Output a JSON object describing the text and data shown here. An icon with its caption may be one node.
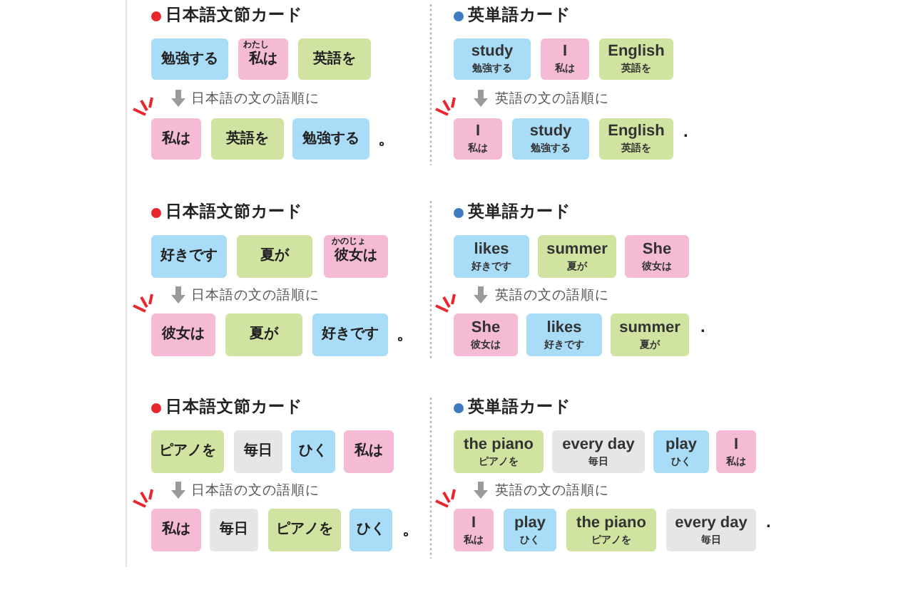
{
  "diagram": {
    "nodes": [
      {
        "text": [
          "勉強する"
        ]
      },
      {
        "text": [
          "わたし",
          "私は"
        ]
      },
      {
        "text": [
          "英語を"
        ]
      },
      {
        "text": [
          "私は"
        ]
      },
      {
        "text": [
          "英語を"
        ]
      },
      {
        "text": [
          "勉強する"
        ]
      },
      {
        "text": [
          "study",
          "勉強する"
        ]
      },
      {
        "text": [
          "I",
          "私は"
        ]
      },
      {
        "text": [
          "English",
          "英語を"
        ]
      },
      {
        "text": [
          "I",
          "私は"
        ]
      },
      {
        "text": [
          "study",
          "勉強する"
        ]
      },
      {
        "text": [
          "English",
          "英語を"
        ]
      },
      {
        "text": [
          "好きです"
        ]
      },
      {
        "text": [
          "夏が"
        ]
      },
      {
        "text": [
          "かのじょ",
          "彼女は"
        ]
      },
      {
        "text": [
          "彼女は"
        ]
      },
      {
        "text": [
          "夏が"
        ]
      },
      {
        "text": [
          "好きです"
        ]
      },
      {
        "text": [
          "likes",
          "好きです"
        ]
      },
      {
        "text": [
          "summer",
          "夏が"
        ]
      },
      {
        "text": [
          "She",
          "彼女は"
        ]
      },
      {
        "text": [
          "She",
          "彼女は"
        ]
      },
      {
        "text": [
          "likes",
          "好きです"
        ]
      },
      {
        "text": [
          "summer",
          "夏が"
        ]
      },
      {
        "text": [
          "ピアノを"
        ]
      },
      {
        "text": [
          "毎日"
        ]
      },
      {
        "text": [
          "ひく"
        ]
      },
      {
        "text": [
          "私は"
        ]
      },
      {
        "text": [
          "私は"
        ]
      },
      {
        "text": [
          "毎日"
        ]
      },
      {
        "text": [
          "ピアノを"
        ]
      },
      {
        "text": [
          "ひく"
        ]
      },
      {
        "text": [
          "the piano",
          "ピアノを"
        ]
      },
      {
        "text": [
          "every day",
          "毎日"
        ]
      },
      {
        "text": [
          "play",
          "ひく"
        ]
      },
      {
        "text": [
          "I",
          "私は"
        ]
      },
      {
        "text": [
          "I",
          "私は"
        ]
      },
      {
        "text": [
          "play",
          "ひく"
        ]
      },
      {
        "text": [
          "the piano",
          "ピアノを"
        ]
      },
      {
        "text": [
          "every day",
          "毎日"
        ]
      }
    ],
    "labels": [
      "日本語文節カード",
      "英単語カード",
      "日本語の文の語順に",
      "英語の文の語順に",
      "。",
      ".",
      "日本語文節カード",
      "英単語カード",
      "日本語の文の語順に",
      "英語の文の語順に",
      "。",
      ".",
      "日本語文節カード",
      "英単語カード",
      "日本語の文の語順に",
      "英語の文の語順に",
      "。",
      "."
    ]
  }
}
